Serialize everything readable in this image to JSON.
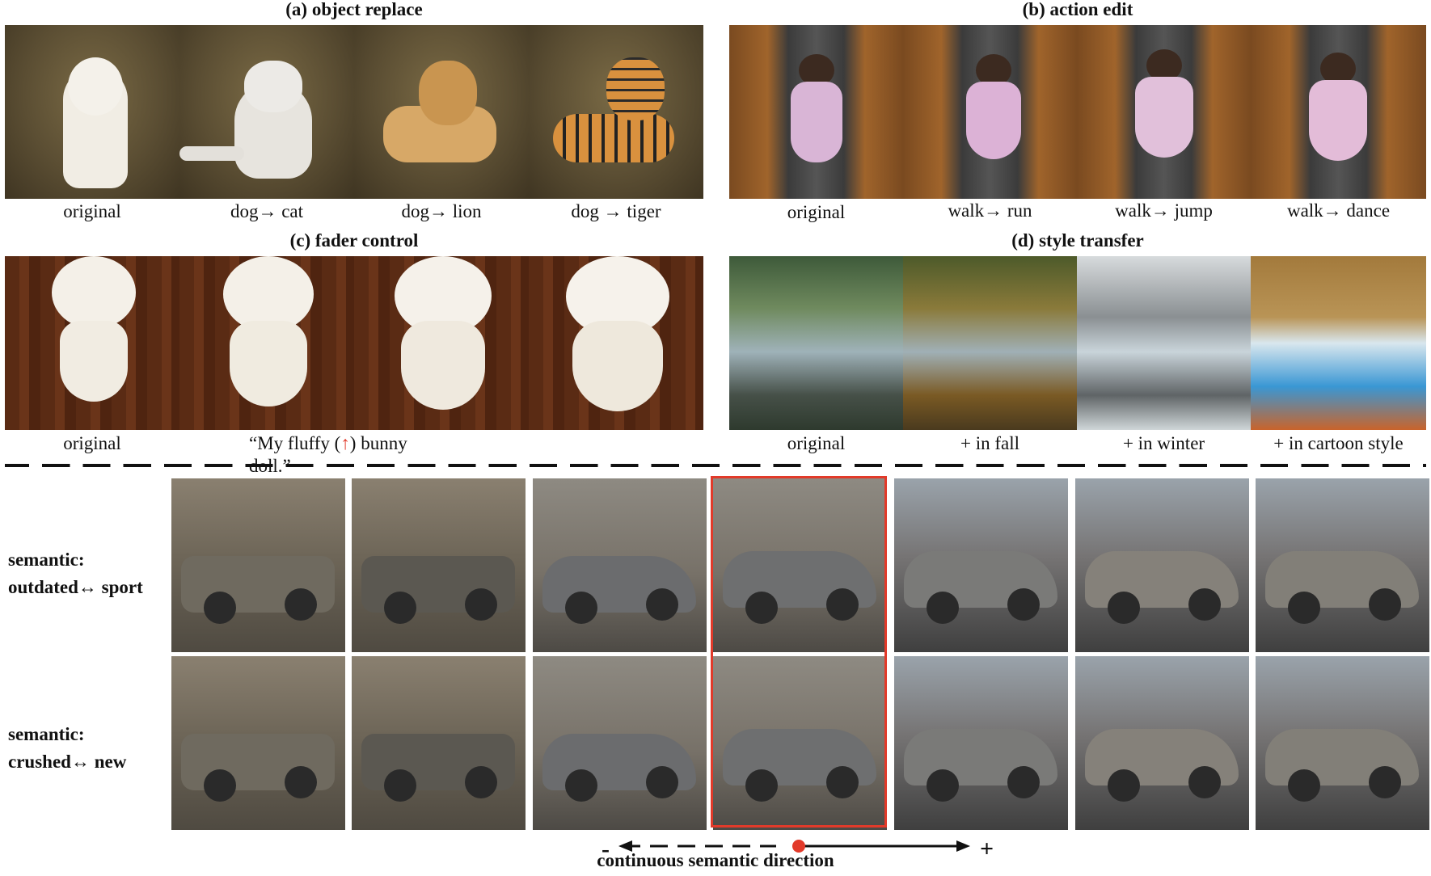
{
  "panels": {
    "a": {
      "title": "(a) object replace",
      "captions": [
        "original",
        "dog→ cat",
        "dog→ lion",
        "dog → tiger"
      ],
      "subjects": [
        "dog",
        "cat",
        "lion",
        "tiger"
      ],
      "colors": [
        "#f1ede4",
        "#e9e6e1",
        "#d7a867",
        "#d9913e"
      ]
    },
    "b": {
      "title": "(b) action edit",
      "captions": [
        "original",
        "walk→ run",
        "walk→ jump",
        "walk→ dance"
      ]
    },
    "c": {
      "title": "(c) fader control",
      "captions": [
        "original"
      ],
      "prompt_before": "“My fluffy (",
      "prompt_arrow": "↑",
      "prompt_after": ") bunny doll.”"
    },
    "d": {
      "title": "(d) style transfer",
      "captions": [
        "original",
        "+ in fall",
        "+ in winter",
        "+ in cartoon style"
      ]
    }
  },
  "rows": [
    {
      "label_line1": "semantic:",
      "label_line2": "outdated↔ sport"
    },
    {
      "label_line1": "semantic:",
      "label_line2": "crushed↔ new"
    }
  ],
  "axis": {
    "minus": "-",
    "plus": "+",
    "label": "continuous semantic direction"
  },
  "colors": {
    "highlight": "#e23a2a",
    "text": "#111111"
  }
}
